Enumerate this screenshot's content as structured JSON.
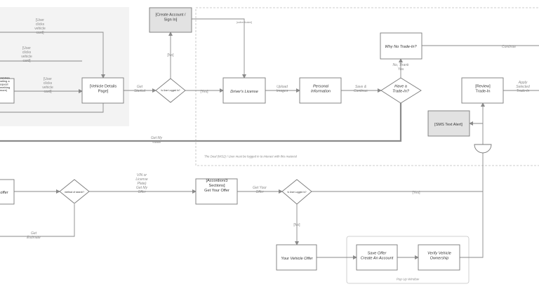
{
  "nodes": {
    "create_account": [
      "[Create Account /",
      "Sign In]"
    ],
    "why_no_tradein": [
      "Why No Trade-In?"
    ],
    "vehicle_details": [
      "[Vehicle Details",
      "Page]"
    ],
    "is_logged_in_top": [
      "Is User Logged In?"
    ],
    "drivers_license": [
      "Driver's License"
    ],
    "personal_info": [
      "Personal",
      "Information"
    ],
    "have_tradein": [
      "Have a",
      "Trade-In?"
    ],
    "review_tradein": [
      "[Review]",
      "Trade-In"
    ],
    "sms_alert": [
      "[SMS Text Alert]"
    ],
    "left_partial": [
      "LOADING",
      "(waiting a",
      "request",
      "something",
      "more)"
    ],
    "offer_partial": [
      "offer"
    ],
    "method_of_search": [
      "method of search?"
    ],
    "accordion": [
      "[Accordion/3",
      "Sections]",
      "Get Your Offer"
    ],
    "is_logged_in_bottom": [
      "Is User Logged In?"
    ],
    "your_vehicle_offer": [
      "Your Vehicle Offer"
    ],
    "save_offer": [
      "Save Offer",
      "Create An Account"
    ],
    "verify_vehicle": [
      "Verify Vehicle",
      "Ownership"
    ]
  },
  "labels": {
    "user_clicks_1": [
      "[User",
      "clicks",
      "vehicle",
      "card]"
    ],
    "user_clicks_2": [
      "[User",
      "clicks",
      "vehicle",
      "card]"
    ],
    "user_clicks_3": [
      "[User",
      "clicks",
      "vehicle",
      "card]"
    ],
    "get_started": [
      "Get",
      "Started"
    ],
    "authenticated": [
      "[authenticated]"
    ],
    "no_top": [
      "[No]"
    ],
    "yes_top": [
      "[Yes]"
    ],
    "upload_images": [
      "Upload",
      "Images"
    ],
    "save_continue": [
      "Save &",
      "Continue"
    ],
    "no_thank_you": [
      "No, Thank",
      "You"
    ],
    "continue": [
      "Continue"
    ],
    "apply_selected": [
      "Apply",
      "Selected",
      "Trade-In"
    ],
    "get_my_value": [
      "Get My",
      "Value"
    ],
    "deal_note": [
      "The Deal (WS2) / User must be logged in to interact with this material"
    ],
    "vin_license": [
      "VIN or",
      "License",
      "Plate)",
      "Get My",
      "Offer"
    ],
    "get_your_offer": [
      "Get Your",
      "Offer"
    ],
    "yes_bottom": [
      "[Yes]"
    ],
    "no_bottom": [
      "[No]"
    ],
    "get_estimate": [
      "Get",
      "Estimate"
    ],
    "popup_window": [
      "Pop Up Window"
    ]
  },
  "colors": {
    "line": "#8a8a8a",
    "box_stroke": "#7a7a7a",
    "shaded_box": "#e2e2e2",
    "region_fill": "#f3f3f3",
    "text": "#333333",
    "label": "#8a8a8a"
  }
}
